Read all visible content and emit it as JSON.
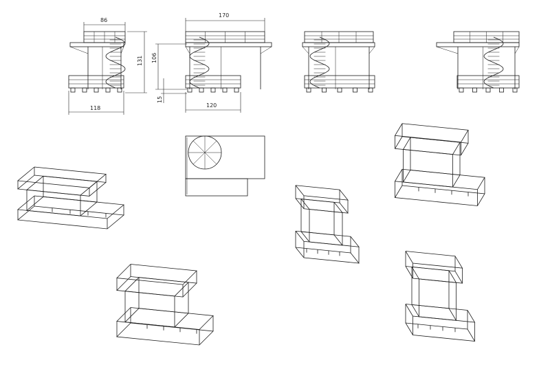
{
  "dimensions": {
    "front_left": {
      "top_width": "86",
      "height": "131",
      "base_width": "118"
    },
    "front_right": {
      "top_width": "170",
      "upper_height": "106",
      "step_height": "15",
      "base_width": "120"
    }
  },
  "colors": {
    "line": "#1a1a1a",
    "background": "#ffffff"
  }
}
